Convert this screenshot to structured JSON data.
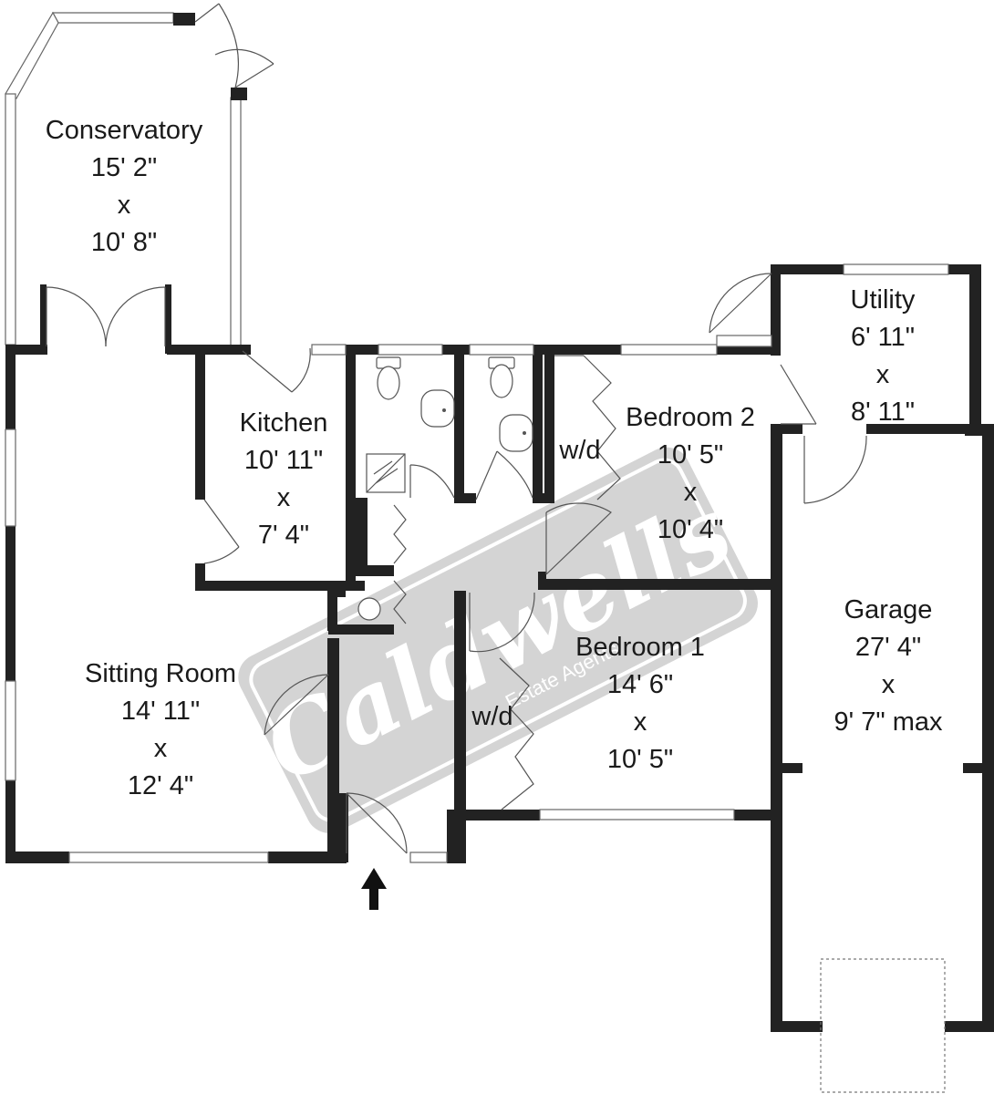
{
  "rooms": {
    "conservatory": {
      "name": "Conservatory",
      "dim1": "15' 2\"",
      "x": "x",
      "dim2": "10' 8\""
    },
    "kitchen": {
      "name": "Kitchen",
      "dim1": "10' 11\"",
      "x": "x",
      "dim2": "7' 4\""
    },
    "utility": {
      "name": "Utility",
      "dim1": "6' 11\"",
      "x": "x",
      "dim2": "8' 11\""
    },
    "bedroom2": {
      "name": "Bedroom 2",
      "dim1": "10' 5\"",
      "x": "x",
      "dim2": "10' 4\""
    },
    "sitting": {
      "name": "Sitting Room",
      "dim1": "14' 11\"",
      "x": "x",
      "dim2": "12' 4\""
    },
    "bedroom1": {
      "name": "Bedroom 1",
      "dim1": "14' 6\"",
      "x": "x",
      "dim2": "10' 5\""
    },
    "garage": {
      "name": "Garage",
      "dim1": "27' 4\"",
      "x": "x",
      "dim2": "9' 7\" max"
    }
  },
  "wardrobes": {
    "bedroom2": "w/d",
    "bedroom1": "w/d"
  },
  "watermark": {
    "brand": "Caldwells",
    "tagline": "Estate Agents"
  },
  "colors": {
    "wall": "#222222",
    "watermark": "#d4d4d4"
  }
}
